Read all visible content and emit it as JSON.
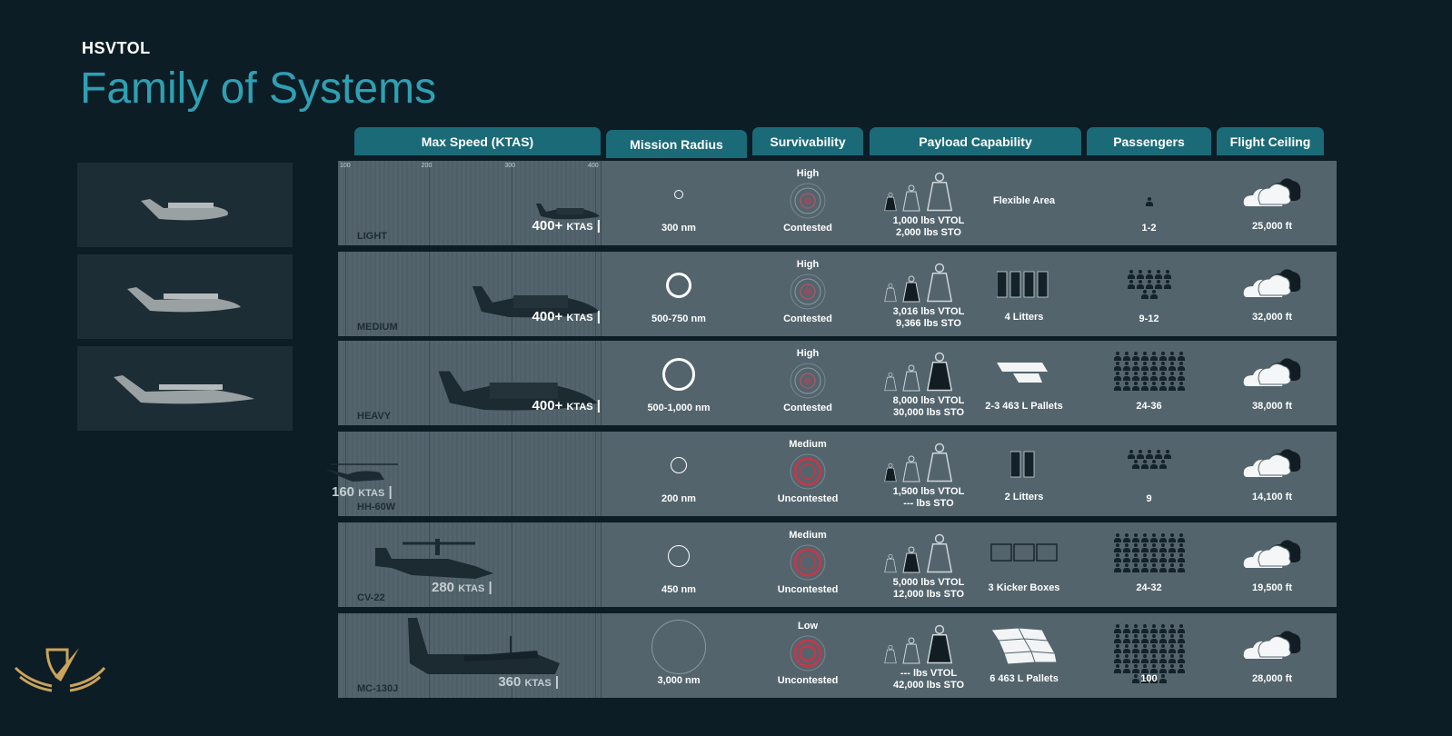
{
  "header": {
    "kicker": "HSVTOL",
    "title": "Family of Systems"
  },
  "columns": [
    "Max Speed (KTAS)",
    "Mission Radius",
    "Survivability",
    "Payload Capability",
    "Passengers",
    "Flight Ceiling"
  ],
  "speed_ticks": [
    "100",
    "200",
    "300",
    "400"
  ],
  "unit": "KTAS",
  "rows": [
    {
      "label": "LIGHT",
      "speed_text": "400+",
      "speed": 400,
      "radius": "300 nm",
      "radius_size": 1,
      "surv_level": "High",
      "surv_env": "Contested",
      "payload_vtol": "1,000 lbs VTOL",
      "payload_sto": "2,000 lbs STO",
      "payload_filled": 0,
      "cargo": "Flexible Area",
      "cargo_icon": "none",
      "passengers": "1-2",
      "pax_count": 1,
      "ceiling": "25,000 ft",
      "hsvtol": true
    },
    {
      "label": "MEDIUM",
      "speed_text": "400+",
      "speed": 400,
      "radius": "500-750 nm",
      "radius_size": 3,
      "surv_level": "High",
      "surv_env": "Contested",
      "payload_vtol": "3,016 lbs VTOL",
      "payload_sto": "9,366 lbs STO",
      "payload_filled": 1,
      "cargo": "4 Litters",
      "cargo_icon": "litter4",
      "passengers": "9-12",
      "pax_count": 12,
      "ceiling": "32,000 ft",
      "hsvtol": true
    },
    {
      "label": "HEAVY",
      "speed_text": "400+",
      "speed": 400,
      "radius": "500-1,000 nm",
      "radius_size": 4,
      "surv_level": "High",
      "surv_env": "Contested",
      "payload_vtol": "8,000 lbs VTOL",
      "payload_sto": "30,000 lbs STO",
      "payload_filled": 2,
      "cargo": "2-3 463 L Pallets",
      "cargo_icon": "pallet3",
      "passengers": "24-36",
      "pax_count": 32,
      "ceiling": "38,000 ft",
      "hsvtol": true
    },
    {
      "label": "HH-60W",
      "speed_text": "160",
      "speed": 160,
      "radius": "200 nm",
      "radius_size": 2,
      "surv_level": "Medium",
      "surv_env": "Uncontested",
      "payload_vtol": "1,500 lbs VTOL",
      "payload_sto": "--- lbs STO",
      "payload_filled": 0,
      "cargo": "2 Litters",
      "cargo_icon": "litter2",
      "passengers": "9",
      "pax_count": 9,
      "ceiling": "14,100 ft",
      "hsvtol": false
    },
    {
      "label": "CV-22",
      "speed_text": "280",
      "speed": 280,
      "radius": "450 nm",
      "radius_size": 2.5,
      "surv_level": "Medium",
      "surv_env": "Uncontested",
      "payload_vtol": "5,000 lbs VTOL",
      "payload_sto": "12,000 lbs STO",
      "payload_filled": 1,
      "cargo": "3 Kicker Boxes",
      "cargo_icon": "kicker",
      "passengers": "24-32",
      "pax_count": 32,
      "ceiling": "19,500 ft",
      "hsvtol": false
    },
    {
      "label": "MC-130J",
      "speed_text": "360",
      "speed": 360,
      "radius": "3,000 nm",
      "radius_size": 6,
      "surv_level": "Low",
      "surv_env": "Uncontested",
      "payload_vtol": "--- lbs VTOL",
      "payload_sto": "42,000 lbs STO",
      "payload_filled": 2,
      "cargo": "6 463 L Pallets",
      "cargo_icon": "pallet6",
      "passengers": "100",
      "pax_count": 44,
      "ceiling": "28,000 ft",
      "hsvtol": false
    }
  ],
  "colors": {
    "bg": "#0d1d26",
    "accent": "#2fa0b3",
    "tab": "#1b6a78",
    "row": "#53646d",
    "threat": "#c0394a",
    "logo": "#c9a45a"
  }
}
